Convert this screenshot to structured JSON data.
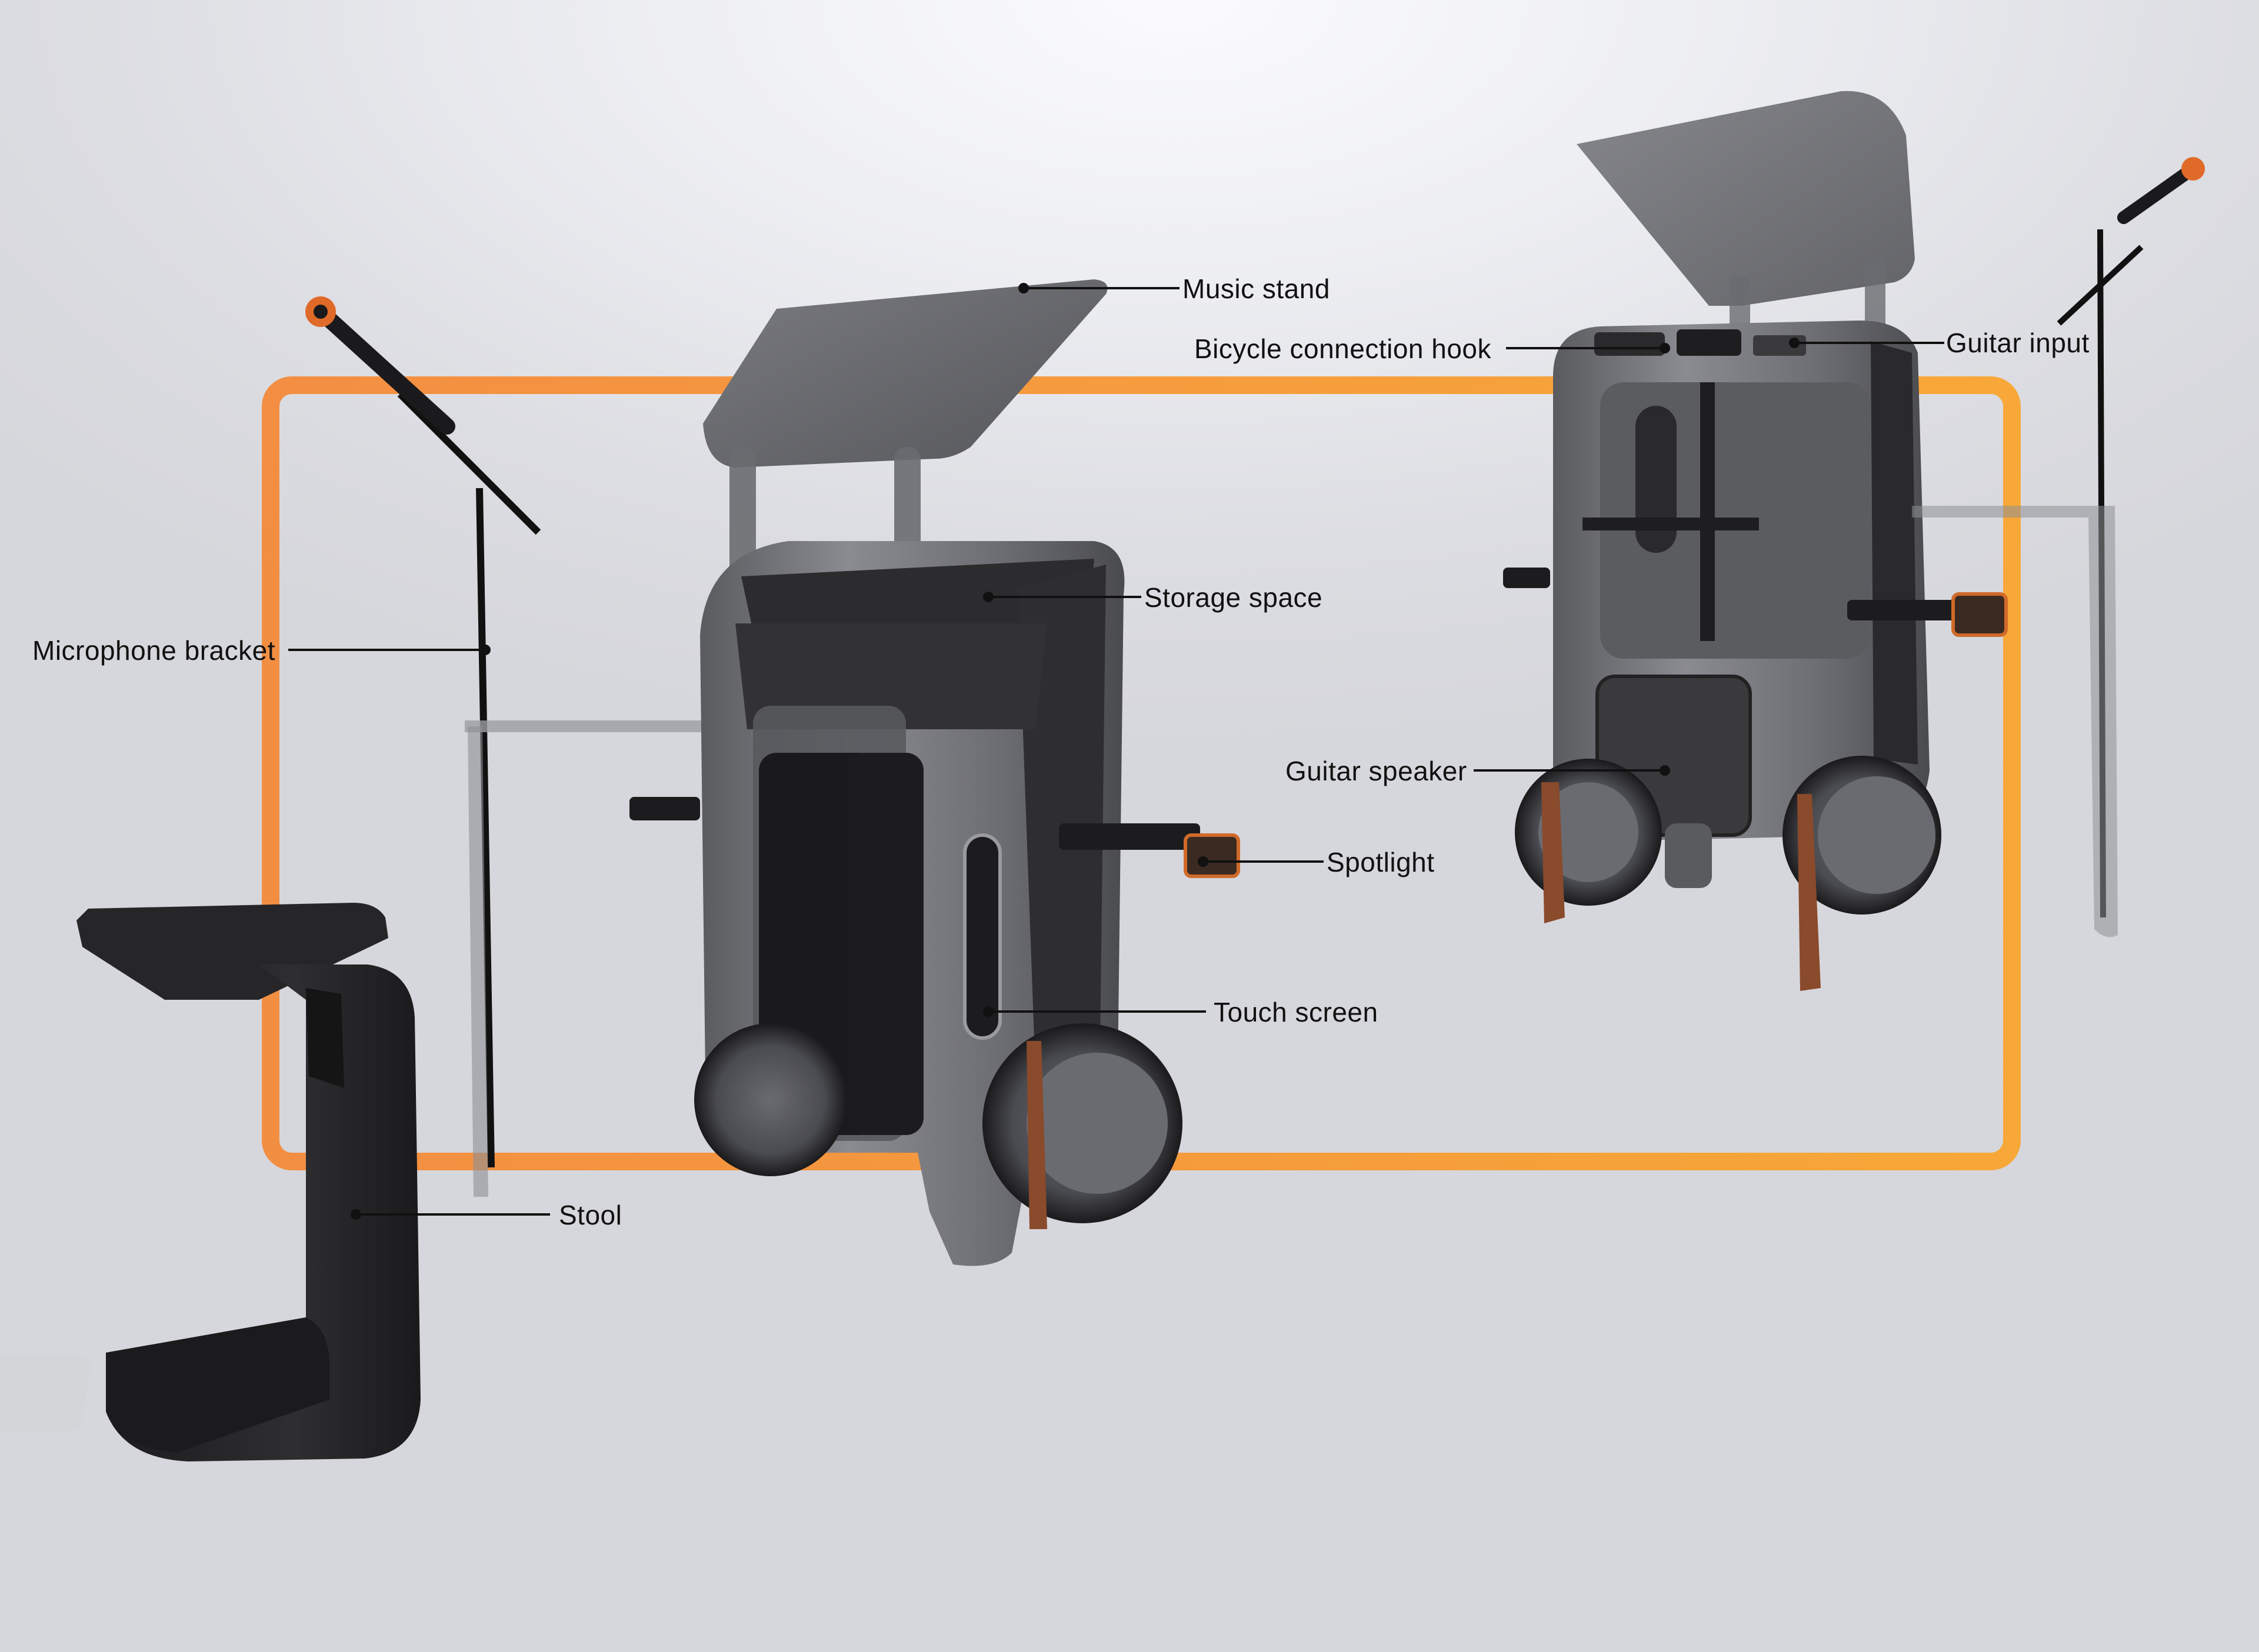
{
  "colors": {
    "frame_orange": "#f7a13a",
    "body_grey": "#6b6c70",
    "panel_dark": "#2a2a2c",
    "wheel_copper": "#8a4a2c",
    "mic_orange": "#e06a28"
  },
  "icons": [
    "microphone-icon",
    "spotlight-icon"
  ],
  "callouts": [
    {
      "id": "music-stand",
      "text": "Music stand"
    },
    {
      "id": "bicycle-connection-hook",
      "text": "Bicycle connection hook"
    },
    {
      "id": "guitar-input",
      "text": "Guitar input"
    },
    {
      "id": "storage-space",
      "text": "Storage space"
    },
    {
      "id": "microphone-bracket",
      "text": "Microphone bracket"
    },
    {
      "id": "guitar-speaker",
      "text": "Guitar speaker"
    },
    {
      "id": "spotlight",
      "text": "Spotlight"
    },
    {
      "id": "touch-screen",
      "text": "Touch screen"
    },
    {
      "id": "stool",
      "text": "Stool"
    }
  ]
}
